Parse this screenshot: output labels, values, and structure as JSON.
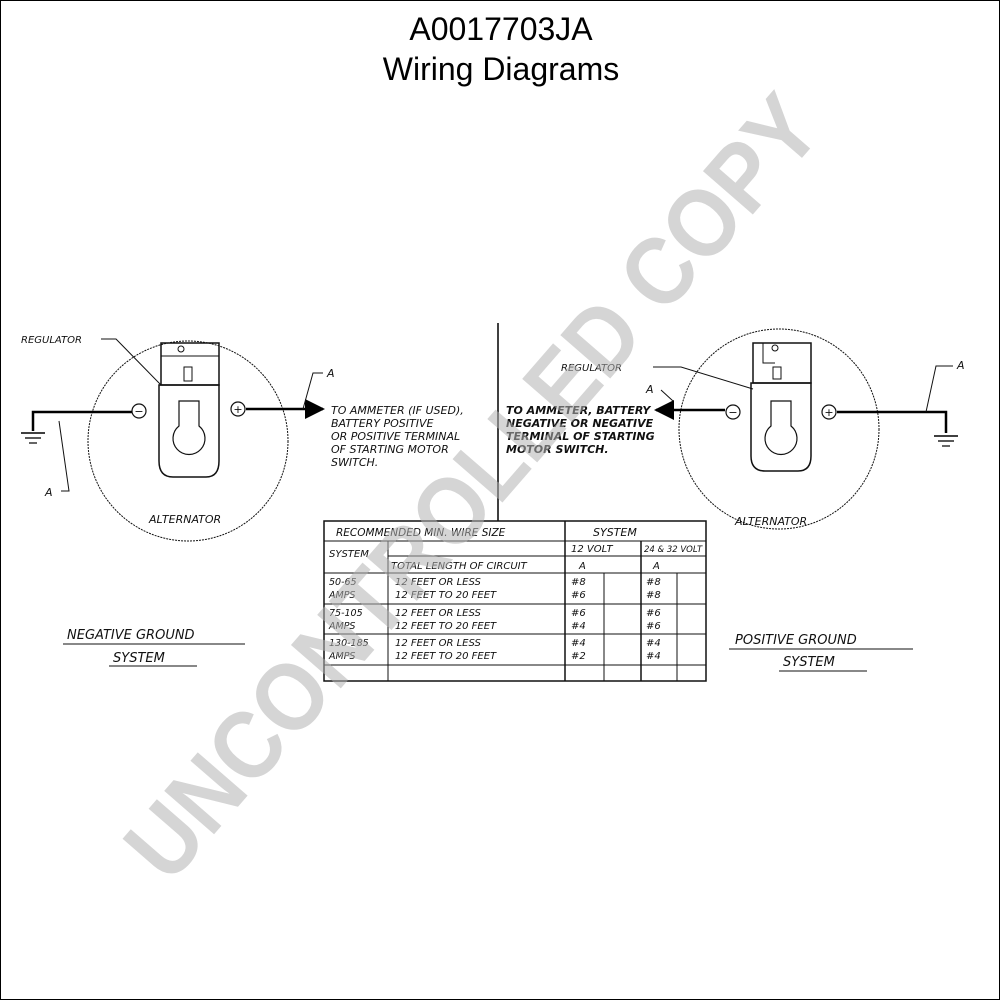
{
  "header": {
    "doc_id": "A0017703JA",
    "title": "Wiring Diagrams"
  },
  "left_diagram": {
    "regulator_label": "REGULATOR",
    "alternator_label": "ALTERNATOR",
    "callout_a_top": "A",
    "callout_a_bottom": "A",
    "neg_terminal": "−",
    "pos_terminal": "+",
    "connection_note": [
      "TO AMMETER (IF USED),",
      "BATTERY POSITIVE",
      "OR POSITIVE TERMINAL",
      "OF STARTING MOTOR",
      "SWITCH."
    ],
    "system_label_line1": "NEGATIVE GROUND",
    "system_label_line2": "SYSTEM"
  },
  "right_diagram": {
    "regulator_label": "REGULATOR",
    "alternator_label": "ALTERNATOR",
    "callout_a_left": "A",
    "callout_a_right": "A",
    "neg_terminal": "−",
    "pos_terminal": "+",
    "connection_note": [
      "TO AMMETER, BATTERY",
      "NEGATIVE OR NEGATIVE",
      "TERMINAL OF STARTING",
      "MOTOR SWITCH."
    ],
    "system_label_line1": "POSITIVE GROUND",
    "system_label_line2": "SYSTEM"
  },
  "wire_table": {
    "title": "RECOMMENDED MIN. WIRE SIZE",
    "system_header": "SYSTEM",
    "col_system": "SYSTEM",
    "col_length": "TOTAL LENGTH OF CIRCUIT",
    "col_12v": "12 VOLT",
    "col_24v": "24 & 32 VOLT",
    "col_a_12": "A",
    "col_a_24": "A",
    "rows": [
      {
        "system": "50-65",
        "amps": "AMPS",
        "len1": "12 FEET OR LESS",
        "len2": "12 FEET TO 20 FEET",
        "v12_1": "#8",
        "v12_2": "#6",
        "v24_1": "#8",
        "v24_2": "#8"
      },
      {
        "system": "75-105",
        "amps": "AMPS",
        "len1": "12 FEET OR LESS",
        "len2": "12 FEET TO 20 FEET",
        "v12_1": "#6",
        "v12_2": "#4",
        "v24_1": "#6",
        "v24_2": "#6"
      },
      {
        "system": "130-185",
        "amps": "AMPS",
        "len1": "12 FEET OR LESS",
        "len2": "12 FEET TO 20 FEET",
        "v12_1": "#4",
        "v12_2": "#2",
        "v24_1": "#4",
        "v24_2": "#4"
      }
    ]
  },
  "watermark": "UNCONTROLLED COPY"
}
